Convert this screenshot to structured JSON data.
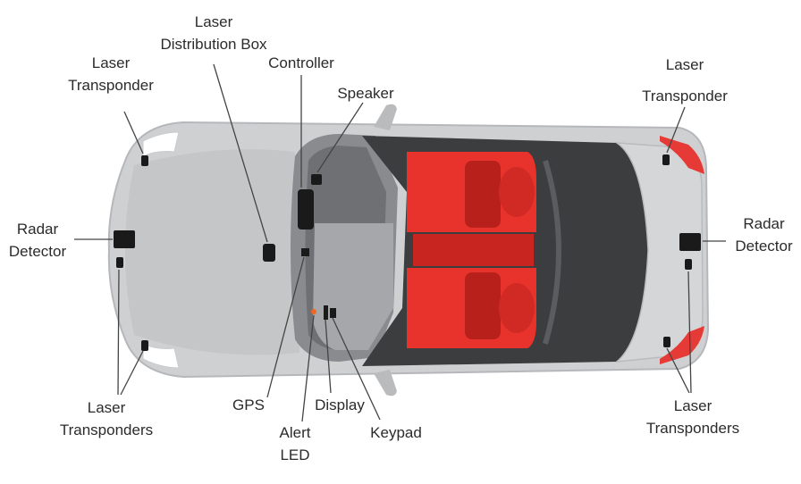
{
  "labels": {
    "laser_distribution_box": [
      "Laser",
      "Distribution Box"
    ],
    "controller": [
      "Controller"
    ],
    "speaker": [
      "Speaker"
    ],
    "laser_transponder_front": [
      "Laser",
      "Transponder"
    ],
    "laser_transponder_rear": [
      "Laser",
      "Transponder"
    ],
    "radar_detector_front": [
      "Radar",
      "Detector"
    ],
    "radar_detector_rear": [
      "Radar",
      "Detector"
    ],
    "laser_transponders_front": [
      "Laser",
      "Transponders"
    ],
    "laser_transponders_rear": [
      "Laser",
      "Transponders"
    ],
    "gps": [
      "GPS"
    ],
    "alert_led": [
      "Alert",
      "LED"
    ],
    "display": [
      "Display"
    ],
    "keypad": [
      "Keypad"
    ]
  },
  "colors": {
    "body": "#cfd0d2",
    "body_dark": "#a7a9ac",
    "interior": "#3b3d3f",
    "seats": "#e8322c",
    "seats_dark": "#b8201c",
    "tail_light": "#e53a35",
    "device": "#1a1a1a",
    "alert_led": "#f26522",
    "leader_line": "#444444"
  }
}
